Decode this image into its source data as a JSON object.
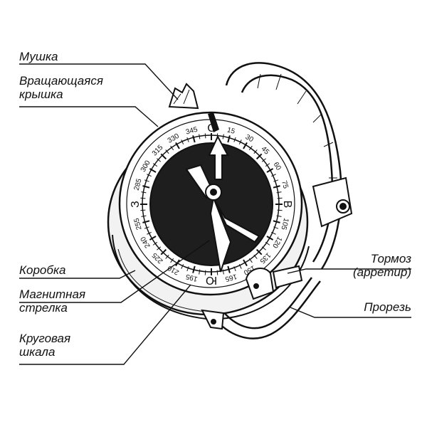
{
  "labels": {
    "sight": "Мушка",
    "lid_line1": "Вращающаяся",
    "lid_line2": "крышка",
    "case": "Коробка",
    "needle_line1": "Магнитная",
    "needle_line2": "стрелка",
    "scale_line1": "Круговая",
    "scale_line2": "шкала",
    "brake_line1": "Тормоз",
    "brake_line2": "(арретир)",
    "slot": "Прорезь"
  },
  "scale": {
    "degree_marks": [
      "345",
      "15",
      "30",
      "45",
      "60",
      "75",
      "105",
      "120",
      "135",
      "150",
      "165",
      "195",
      "210",
      "225",
      "240",
      "255",
      "285",
      "300",
      "315",
      "330"
    ],
    "cardinals": [
      "С",
      "В",
      "Ю",
      "З"
    ]
  },
  "colors": {
    "ink": "#111111",
    "dial_dark": "#1e1e1e",
    "paper": "#ffffff"
  }
}
